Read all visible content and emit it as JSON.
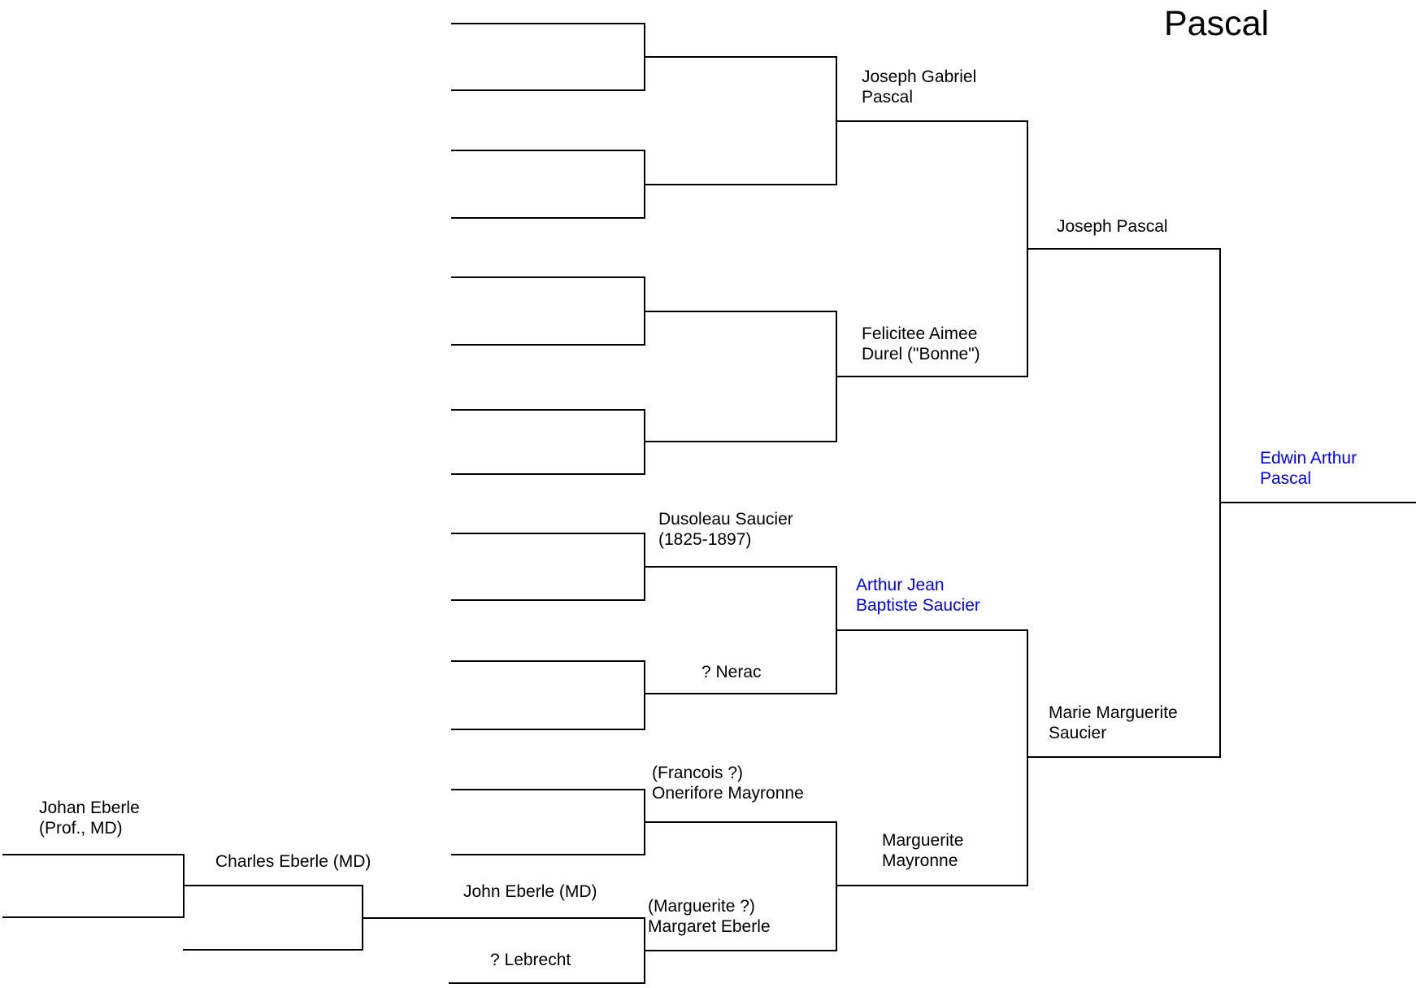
{
  "title": "Pascal",
  "colors": {
    "line": "#000000",
    "text": "#000000",
    "highlight_link": "#0000EE"
  },
  "persons": {
    "joseph_gabriel_pascal": {
      "name": "Joseph Gabriel\nPascal"
    },
    "felicitee_durel": {
      "name": "Felicitee Aimee\nDurel (\"Bonne\")"
    },
    "joseph_pascal": {
      "name": "Joseph Pascal"
    },
    "dusoleau_saucier": {
      "name": "Dusoleau Saucier\n(1825-1897)"
    },
    "nerac": {
      "name": "? Nerac"
    },
    "arthur_saucier": {
      "name": "Arthur Jean\nBaptiste Saucier"
    },
    "onerifore_mayronne": {
      "name": "(Francois ?)\nOnerifore Mayronne"
    },
    "margaret_eberle": {
      "name": "(Marguerite ?)\nMargaret Eberle"
    },
    "marguerite_mayronne": {
      "name": "Marguerite\nMayronne"
    },
    "marie_saucier": {
      "name": "Marie Marguerite\nSaucier"
    },
    "edwin_pascal": {
      "name": "Edwin Arthur\nPascal"
    },
    "johan_eberle": {
      "name": "Johan Eberle\n(Prof., MD)"
    },
    "charles_eberle": {
      "name": "Charles Eberle (MD)"
    },
    "john_eberle": {
      "name": "John Eberle (MD)"
    },
    "lebrecht": {
      "name": "? Lebrecht"
    }
  }
}
